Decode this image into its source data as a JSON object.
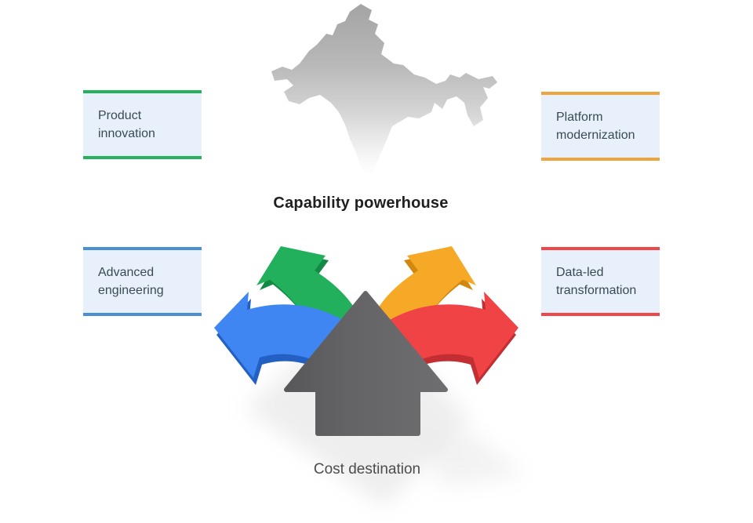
{
  "page": {
    "background": "#ffffff"
  },
  "labels": {
    "capability": "Capability powerhouse",
    "cost": "Cost destination"
  },
  "boxes": [
    {
      "id": "product-innovation",
      "label": "Product innovation",
      "accent": "#26b25c",
      "position": "top-left"
    },
    {
      "id": "platform-modernization",
      "label": "Platform modernization",
      "accent": "#efa53d",
      "position": "top-right"
    },
    {
      "id": "advanced-engineering",
      "label": "Advanced engineering",
      "accent": "#4a8fd3",
      "position": "bottom-left"
    },
    {
      "id": "data-led-transformation",
      "label": "Data-led transformation",
      "accent": "#ef4747",
      "position": "bottom-right"
    }
  ],
  "icons": {
    "india_map": "india-map-silhouette",
    "arrows_graphic": "five-way-direction-arrows"
  },
  "colors": {
    "page_bg": "#ffffff",
    "box_bg": "#e8f1fb",
    "box_text": "#3a4a55",
    "title_color": "#1f1f1f",
    "subtitle_color": "#4c4c4c",
    "arrow_blue": "#3f86f2",
    "arrow_blue_dark": "#2360c4",
    "arrow_green": "#22b05c",
    "arrow_green_dark": "#128a43",
    "arrow_orange": "#f6a827",
    "arrow_orange_dark": "#d0880f",
    "arrow_red": "#f04345",
    "arrow_red_dark": "#c22e31",
    "arrow_gray_light": "#6e6e70",
    "arrow_gray_mid": "#646466",
    "arrow_gray_dark": "#58585a",
    "map_gray_top": "#a4a4a4",
    "map_gray_bottom": "#ededed",
    "shadow_gray": "#e3e3e3"
  }
}
